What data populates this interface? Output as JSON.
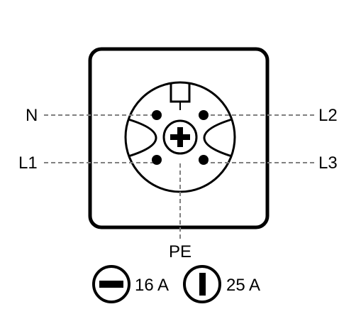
{
  "labels": {
    "n": "N",
    "l1": "L1",
    "l2": "L2",
    "l3": "L3",
    "pe": "PE"
  },
  "ratings": [
    {
      "symbol": "minus-circle-icon",
      "text": "16 A"
    },
    {
      "symbol": "bar-circle-icon",
      "text": "25 A"
    }
  ],
  "colors": {
    "stroke": "#000000",
    "leader": "#808080",
    "background": "#ffffff"
  }
}
